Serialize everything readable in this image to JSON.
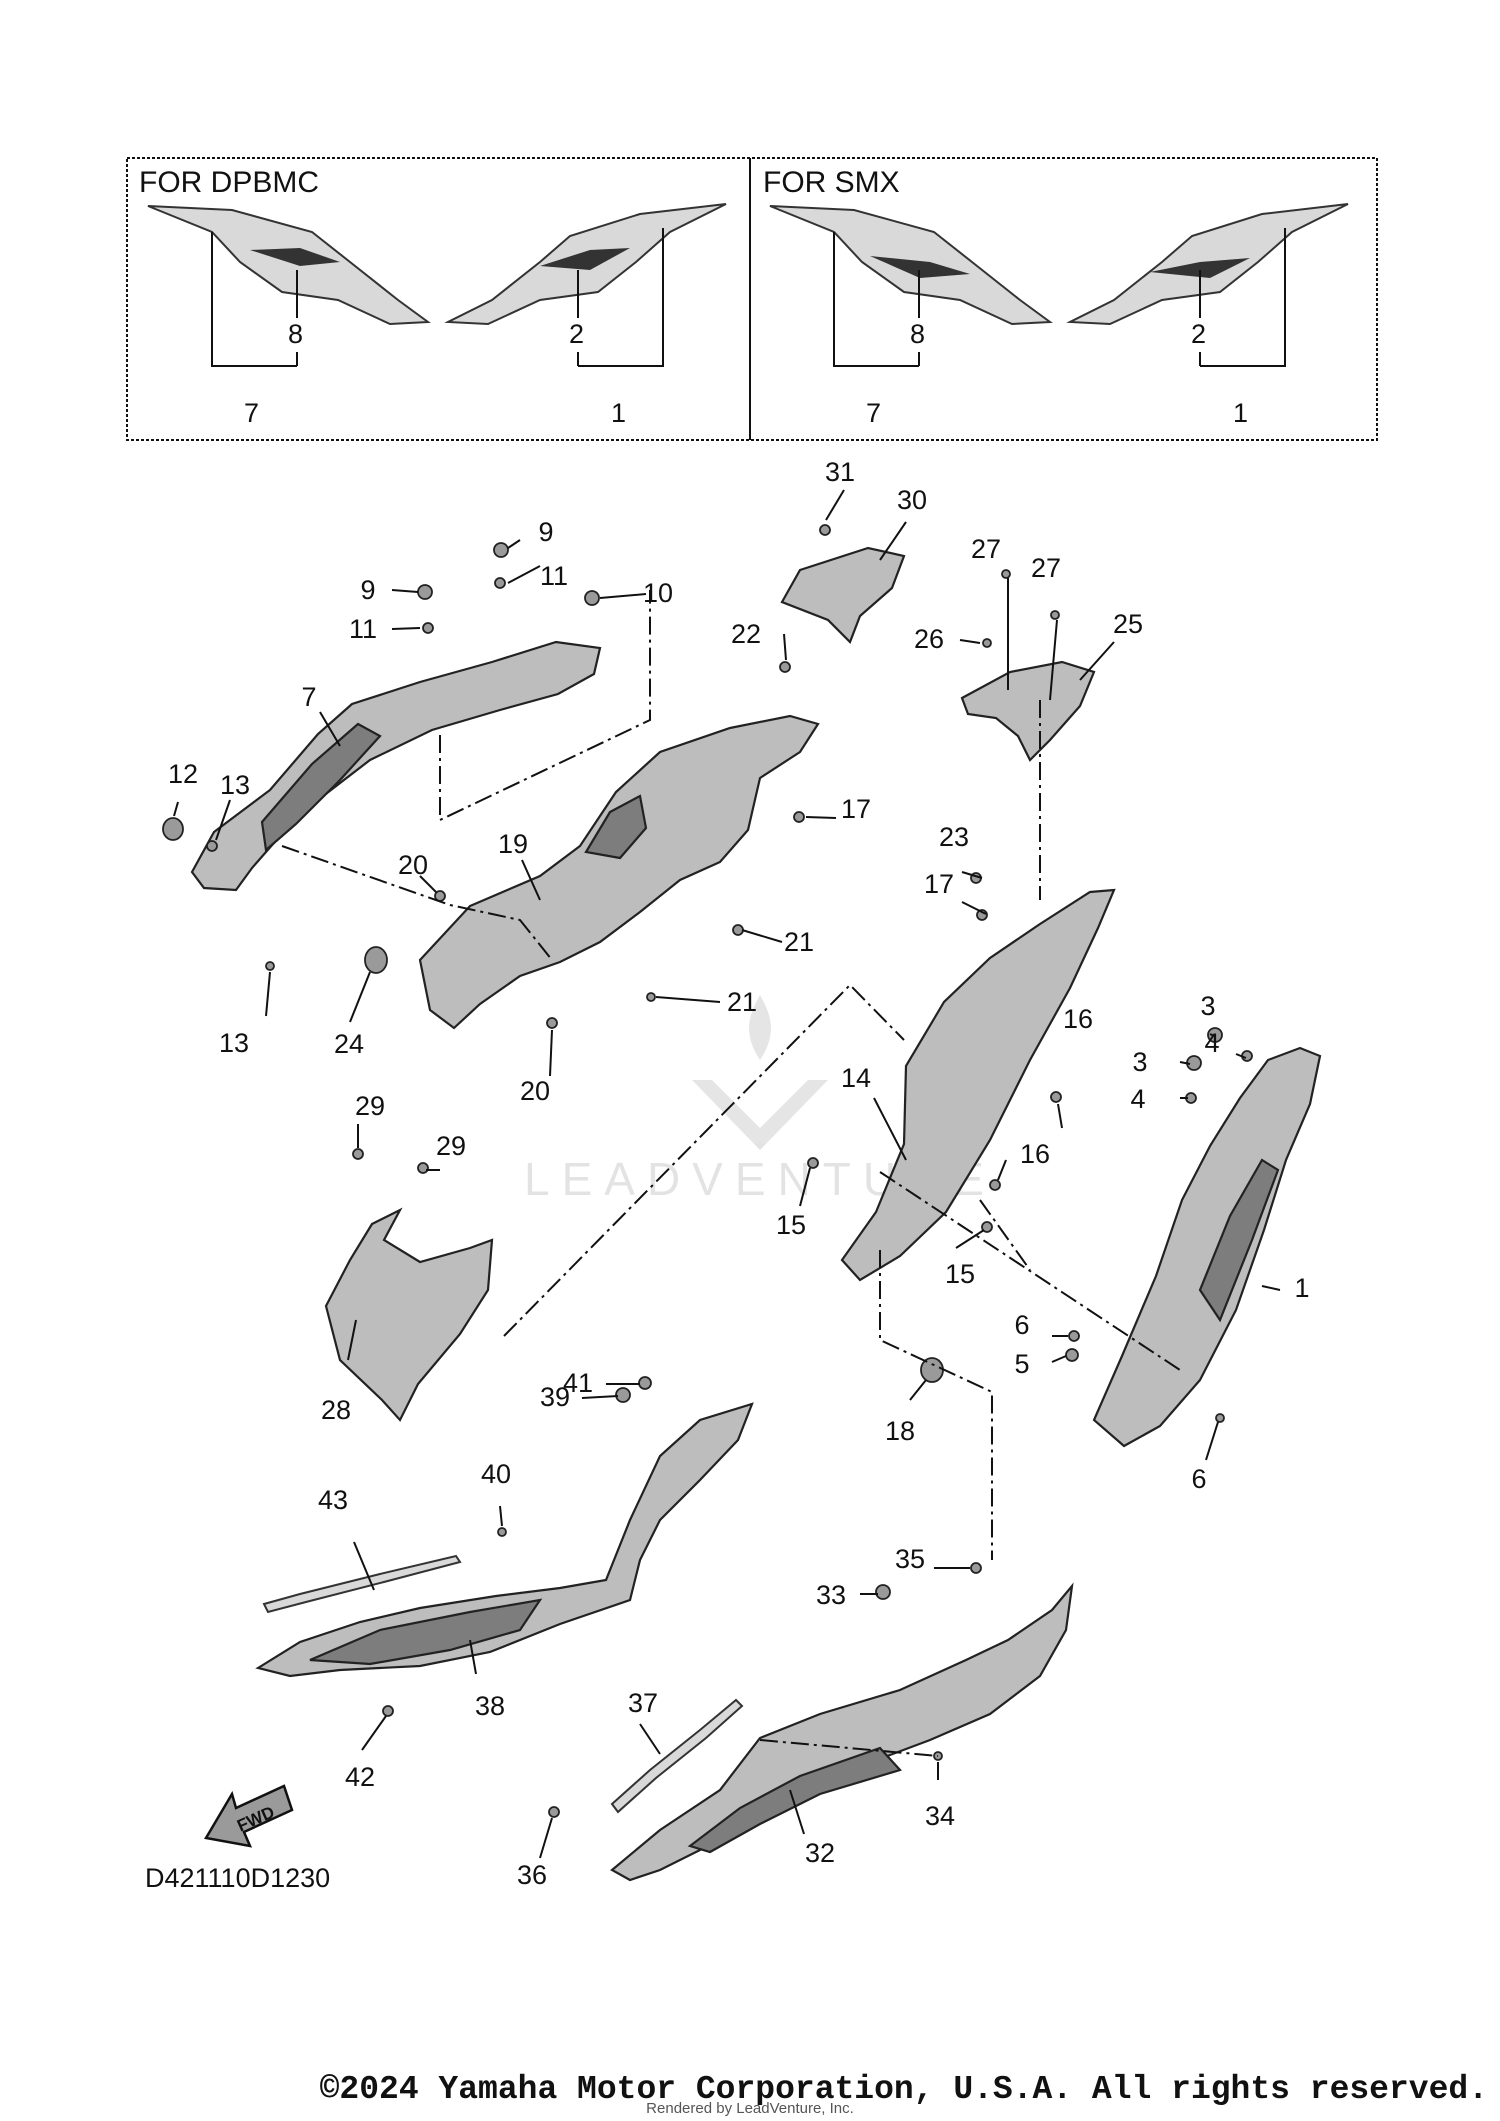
{
  "inset": {
    "left_title": "FOR DPBMC",
    "right_title": "FOR SMX",
    "left_labels": {
      "a": "8",
      "b": "7",
      "c": "2",
      "d": "1"
    },
    "right_labels": {
      "a": "8",
      "b": "7",
      "c": "2",
      "d": "1"
    }
  },
  "callouts": [
    "31",
    "30",
    "9",
    "9",
    "11",
    "11",
    "10",
    "27",
    "27",
    "26",
    "25",
    "22",
    "7",
    "17",
    "12",
    "13",
    "13",
    "20",
    "19",
    "21",
    "21",
    "24",
    "20",
    "23",
    "17",
    "14",
    "16",
    "16",
    "15",
    "15",
    "3",
    "4",
    "3",
    "4",
    "1",
    "29",
    "29",
    "28",
    "6",
    "5",
    "6",
    "18",
    "41",
    "39",
    "40",
    "43",
    "38",
    "42",
    "35",
    "33",
    "37",
    "34",
    "32",
    "36"
  ],
  "watermark": "LEADVENTURE",
  "fwd_label": "FWD",
  "diagram_code": "D421110D1230",
  "footer": {
    "copyright": "©2024 Yamaha Motor Corporation, U.S.A. All rights reserved.",
    "rendered_by": "Rendered by LeadVenture, Inc."
  }
}
